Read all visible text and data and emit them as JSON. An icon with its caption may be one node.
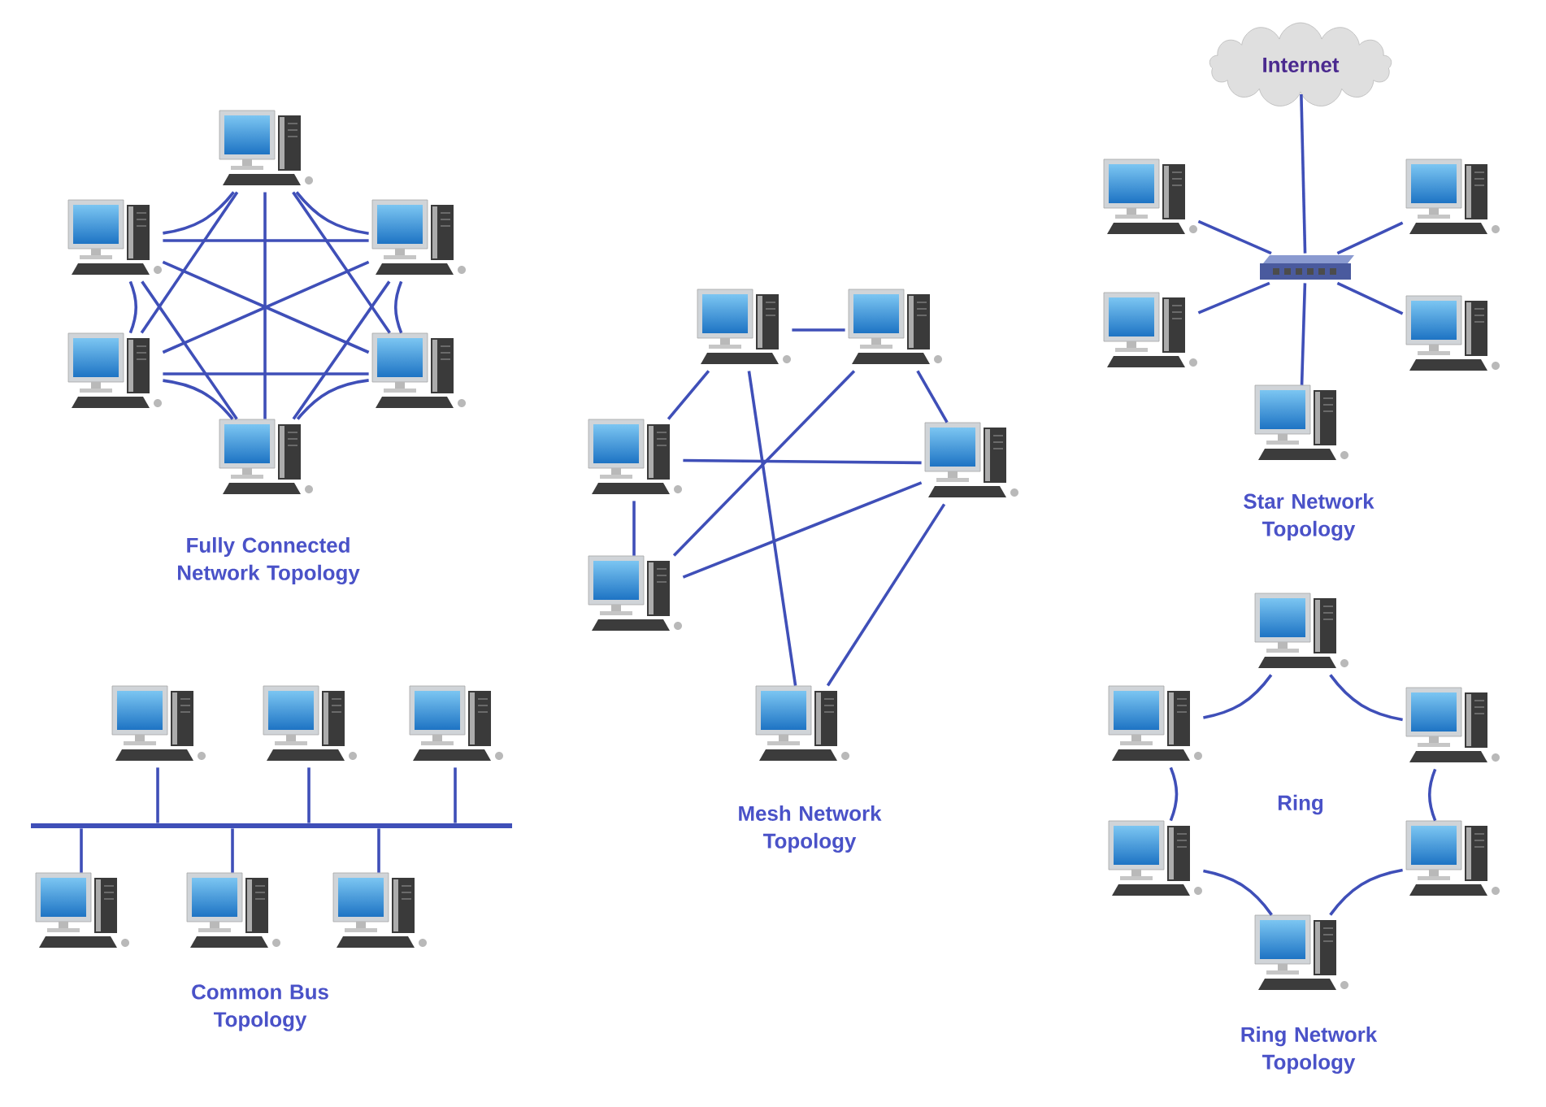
{
  "diagram": {
    "nodes": [
      {
        "text": [],
        "shape": "picture"
      },
      {
        "text": [],
        "shape": "picture"
      },
      {
        "text": [],
        "shape": "picture"
      },
      {
        "text": [],
        "shape": "picture"
      },
      {
        "text": [],
        "shape": "picture"
      },
      {
        "text": [],
        "shape": "picture"
      },
      {
        "text": [
          "Internet"
        ]
      },
      {
        "text": [],
        "shape": "picture"
      },
      {
        "text": [],
        "shape": "picture"
      },
      {
        "text": [],
        "shape": "picture"
      },
      {
        "text": [],
        "shape": "picture"
      },
      {
        "text": [],
        "shape": "picture"
      },
      {
        "text": [],
        "shape": "picture"
      },
      {
        "text": [],
        "shape": "picture"
      },
      {
        "text": [],
        "shape": "picture"
      },
      {
        "text": [],
        "shape": "picture"
      },
      {
        "text": [],
        "shape": "picture"
      },
      {
        "text": [],
        "shape": "picture"
      },
      {
        "text": [],
        "shape": "picture"
      },
      {
        "text": [],
        "shape": "picture"
      },
      {
        "text": [],
        "shape": "picture"
      },
      {
        "text": [],
        "shape": "picture"
      },
      {
        "text": [],
        "shape": "picture"
      },
      {
        "text": [],
        "shape": "picture"
      },
      {
        "text": [],
        "shape": "picture"
      },
      {
        "text": [],
        "shape": "bar"
      },
      {
        "text": [],
        "shape": "picture"
      },
      {
        "text": [],
        "shape": "picture"
      },
      {
        "text": [],
        "shape": "picture"
      },
      {
        "text": [],
        "shape": "picture"
      },
      {
        "text": [],
        "shape": "picture"
      },
      {
        "text": [],
        "shape": "picture"
      }
    ],
    "edges": [
      {
        "from": 0,
        "to": 2,
        "arrow": "none"
      },
      {
        "from": 2,
        "to": 4,
        "arrow": "none"
      },
      {
        "from": 4,
        "to": 5,
        "arrow": "none"
      },
      {
        "from": 5,
        "to": 3,
        "arrow": "none"
      },
      {
        "from": 3,
        "to": 1,
        "arrow": "none"
      },
      {
        "from": 1,
        "to": 0,
        "arrow": "none"
      },
      {
        "from": 1,
        "to": 2,
        "arrow": "none"
      },
      {
        "from": 3,
        "to": 4,
        "arrow": "none"
      },
      {
        "from": 0,
        "to": 5,
        "arrow": "none"
      },
      {
        "from": 0,
        "to": 3,
        "arrow": "none"
      },
      {
        "from": 0,
        "to": 4,
        "arrow": "none"
      },
      {
        "from": 1,
        "to": 4,
        "arrow": "none"
      },
      {
        "from": 1,
        "to": 5,
        "arrow": "none"
      },
      {
        "from": 2,
        "to": 3,
        "arrow": "none"
      },
      {
        "from": 2,
        "to": 5,
        "arrow": "none"
      },
      {
        "from": 6,
        "to": 7,
        "arrow": "none"
      },
      {
        "from": 7,
        "to": 8,
        "arrow": "none"
      },
      {
        "from": 7,
        "to": 9,
        "arrow": "none"
      },
      {
        "from": 7,
        "to": 10,
        "arrow": "none"
      },
      {
        "from": 7,
        "to": 11,
        "arrow": "none"
      },
      {
        "from": 7,
        "to": 12,
        "arrow": "none"
      },
      {
        "from": 13,
        "to": 14,
        "arrow": "none"
      },
      {
        "from": 13,
        "to": 15,
        "arrow": "none"
      },
      {
        "from": 13,
        "to": 18,
        "arrow": "none"
      },
      {
        "from": 14,
        "to": 16,
        "arrow": "none"
      },
      {
        "from": 14,
        "to": 17,
        "arrow": "none"
      },
      {
        "from": 15,
        "to": 16,
        "arrow": "none"
      },
      {
        "from": 15,
        "to": 17,
        "arrow": "none"
      },
      {
        "from": 17,
        "to": 16,
        "arrow": "none"
      },
      {
        "from": 16,
        "to": 18,
        "arrow": "none"
      },
      {
        "from": 19,
        "to": 21,
        "arrow": "none"
      },
      {
        "from": 21,
        "to": 23,
        "arrow": "none"
      },
      {
        "from": 23,
        "to": 24,
        "arrow": "none"
      },
      {
        "from": 24,
        "to": 22,
        "arrow": "none"
      },
      {
        "from": 22,
        "to": 20,
        "arrow": "none"
      },
      {
        "from": 20,
        "to": 19,
        "arrow": "none"
      },
      {
        "from": 25,
        "to": 26,
        "arrow": "none"
      },
      {
        "from": 25,
        "to": 27,
        "arrow": "none"
      },
      {
        "from": 25,
        "to": 28,
        "arrow": "none"
      },
      {
        "from": 25,
        "to": 29,
        "arrow": "none"
      },
      {
        "from": 25,
        "to": 30,
        "arrow": "none"
      },
      {
        "from": 25,
        "to": 31,
        "arrow": "none"
      }
    ],
    "labels": [
      "Star Network Topology",
      "Fully Connected Network Topology",
      "Ring",
      "Mesh Network Topology",
      "Common Bus Topology",
      "Ring Network Topology"
    ]
  }
}
